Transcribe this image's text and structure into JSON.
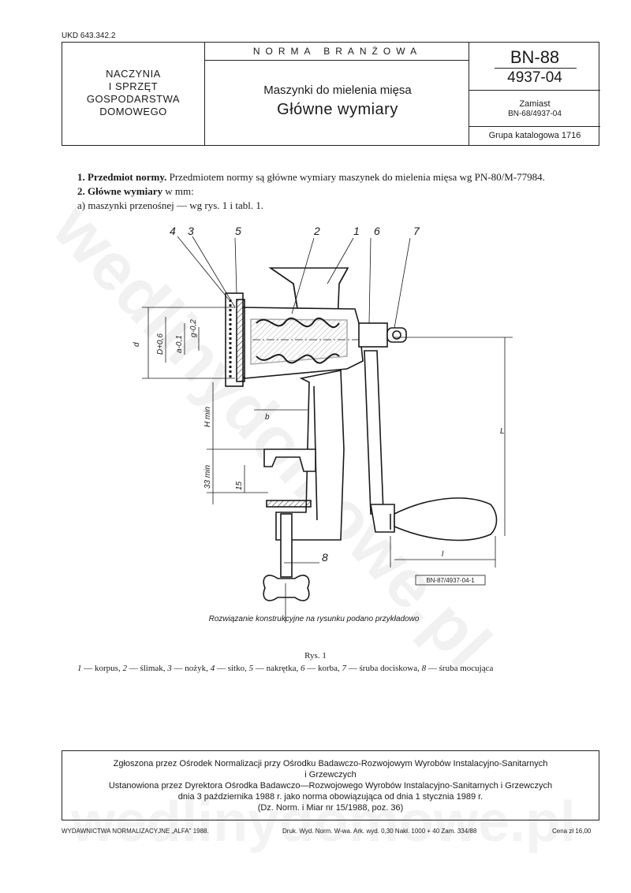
{
  "udk": "UKD 643.342.2",
  "header": {
    "category_lines": [
      "NACZYNIA",
      "I SPRZĘT",
      "GOSPODARSTWA",
      "DOMOWEGO"
    ],
    "norm_type": "NORMA BRANŻOWA",
    "title_line1": "Maszynki do mielenia mięsa",
    "title_line2": "Główne wymiary",
    "bn_number": "BN-88",
    "bn_code": "4937-04",
    "replaces_label": "Zamiast",
    "replaces_code": "BN-68/4937-04",
    "catalog_group": "Grupa katalogowa 1716"
  },
  "body": {
    "p1_bold": "1. Przedmiot normy.",
    "p1_text": " Przedmiotem normy są główne wymiary maszynek do mielenia mięsa wg PN-80/M-77984.",
    "p2_bold": "2. Główne wymiary",
    "p2_text": " w mm:",
    "p3_text": "a) maszynki przenośnej — wg rys. 1 i tabl. 1."
  },
  "drawing": {
    "callouts": [
      "4",
      "3",
      "5",
      "2",
      "1",
      "6",
      "7",
      "8"
    ],
    "dim_labels": {
      "d": "d",
      "D": "D+0,6",
      "a": "a-0,1",
      "g": "g-0,2",
      "H": "H min",
      "b": "b",
      "min33": "33 min",
      "n15": "15",
      "L": "L",
      "l": "l"
    },
    "ref_box": "BN-87/4937-04-1",
    "caption": "Rozwiązanie konstrukcyjne na rysunku podano przykładowo"
  },
  "legend": {
    "figure": "Rys. 1",
    "items": [
      {
        "num": "1",
        "label": "korpus,"
      },
      {
        "num": "2",
        "label": "ślimak,"
      },
      {
        "num": "3",
        "label": "nożyk,"
      },
      {
        "num": "4",
        "label": "sitko,"
      },
      {
        "num": "5",
        "label": "nakrętka,"
      },
      {
        "num": "6",
        "label": "korba,"
      },
      {
        "num": "7",
        "label": "śruba dociskowa,"
      },
      {
        "num": "8",
        "label": "śruba mocująca"
      }
    ]
  },
  "footer": {
    "line1": "Zgłoszona przez Ośrodek Normalizacji przy Ośrodku Badawczo-Rozwojowym Wyrobów Instalacyjno-Sanitarnych",
    "line2": "i Grzewczych",
    "line3": "Ustanowiona przez Dyrektora Ośrodka Badawczo—Rozwojowego Wyrobów Instalacyjno-Sanitarnych i Grzewczych",
    "line4": "dnia 3 października 1988 r. jako norma obowiązująca od dnia 1 stycznia 1989 r.",
    "line5": "(Dz. Norm. i Miar nr 15/1988, poz. 36)"
  },
  "bottom": {
    "publisher": "WYDAWNICTWA NORMALIZACYJNE „ALFA\" 1988.",
    "print_info": "Druk. Wyd. Norm. W-wa. Ark. wyd. 0,30 Nakł. 1000 + 40 Zam. 334/88",
    "price": "Cena zł 16,00"
  },
  "watermark": "wedlinydomowe.pl",
  "colors": {
    "ink": "#1a1a1a",
    "watermark": "#bdbdbd"
  }
}
